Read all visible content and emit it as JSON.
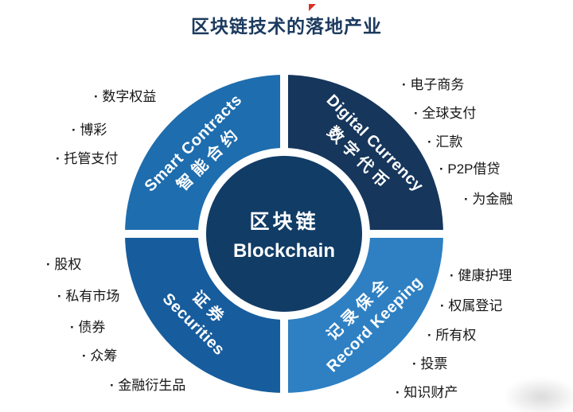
{
  "title": "区块链技术的落地产业",
  "title_color": "#1b3a5e",
  "mark_color": "#d93025",
  "center": {
    "zh": "区块链",
    "en": "Blockchain",
    "color": "#113c66"
  },
  "quadrants": {
    "smart_contracts": {
      "en": "Smart Contracts",
      "zh": "智能合约",
      "color": "#1e6dae"
    },
    "digital_currency": {
      "en": "Digital Currency",
      "zh": "数字代币",
      "color": "#16365c"
    },
    "securities": {
      "zh": "证券",
      "en": "Securities",
      "color": "#175d9e"
    },
    "record_keeping": {
      "zh": "记录保全",
      "en": "Record Keeping",
      "color": "#2e80c3"
    }
  },
  "lists": {
    "smart_contracts": [
      "数字权益",
      "博彩",
      "托管支付"
    ],
    "digital_currency": [
      "电子商务",
      "全球支付",
      "汇款",
      "P2P借贷",
      "为金融"
    ],
    "securities": [
      "股权",
      "私有市场",
      "债券",
      "众筹",
      "金融衍生品"
    ],
    "record_keeping": [
      "健康护理",
      "权属登记",
      "所有权",
      "投票",
      "知识财产"
    ]
  }
}
